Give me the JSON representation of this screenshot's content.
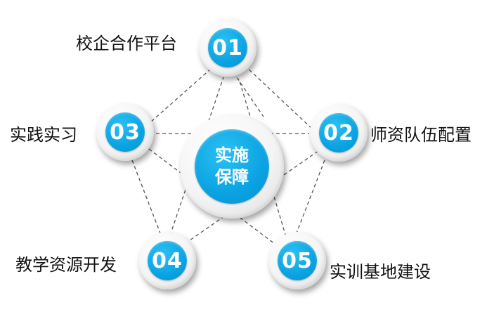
{
  "center": {
    "line1": "实施",
    "line2": "保障"
  },
  "nodes": [
    {
      "number": "01",
      "label": "校企合作平台"
    },
    {
      "number": "02",
      "label": "师资队伍配置"
    },
    {
      "number": "03",
      "label": "实践实习"
    },
    {
      "number": "04",
      "label": "教学资源开发"
    },
    {
      "number": "05",
      "label": "实训基地建设"
    }
  ],
  "colors": {
    "accent": "#0aa3e2",
    "ring": "#f4f4f4",
    "connector": "#555555",
    "label_text": "#111111"
  }
}
